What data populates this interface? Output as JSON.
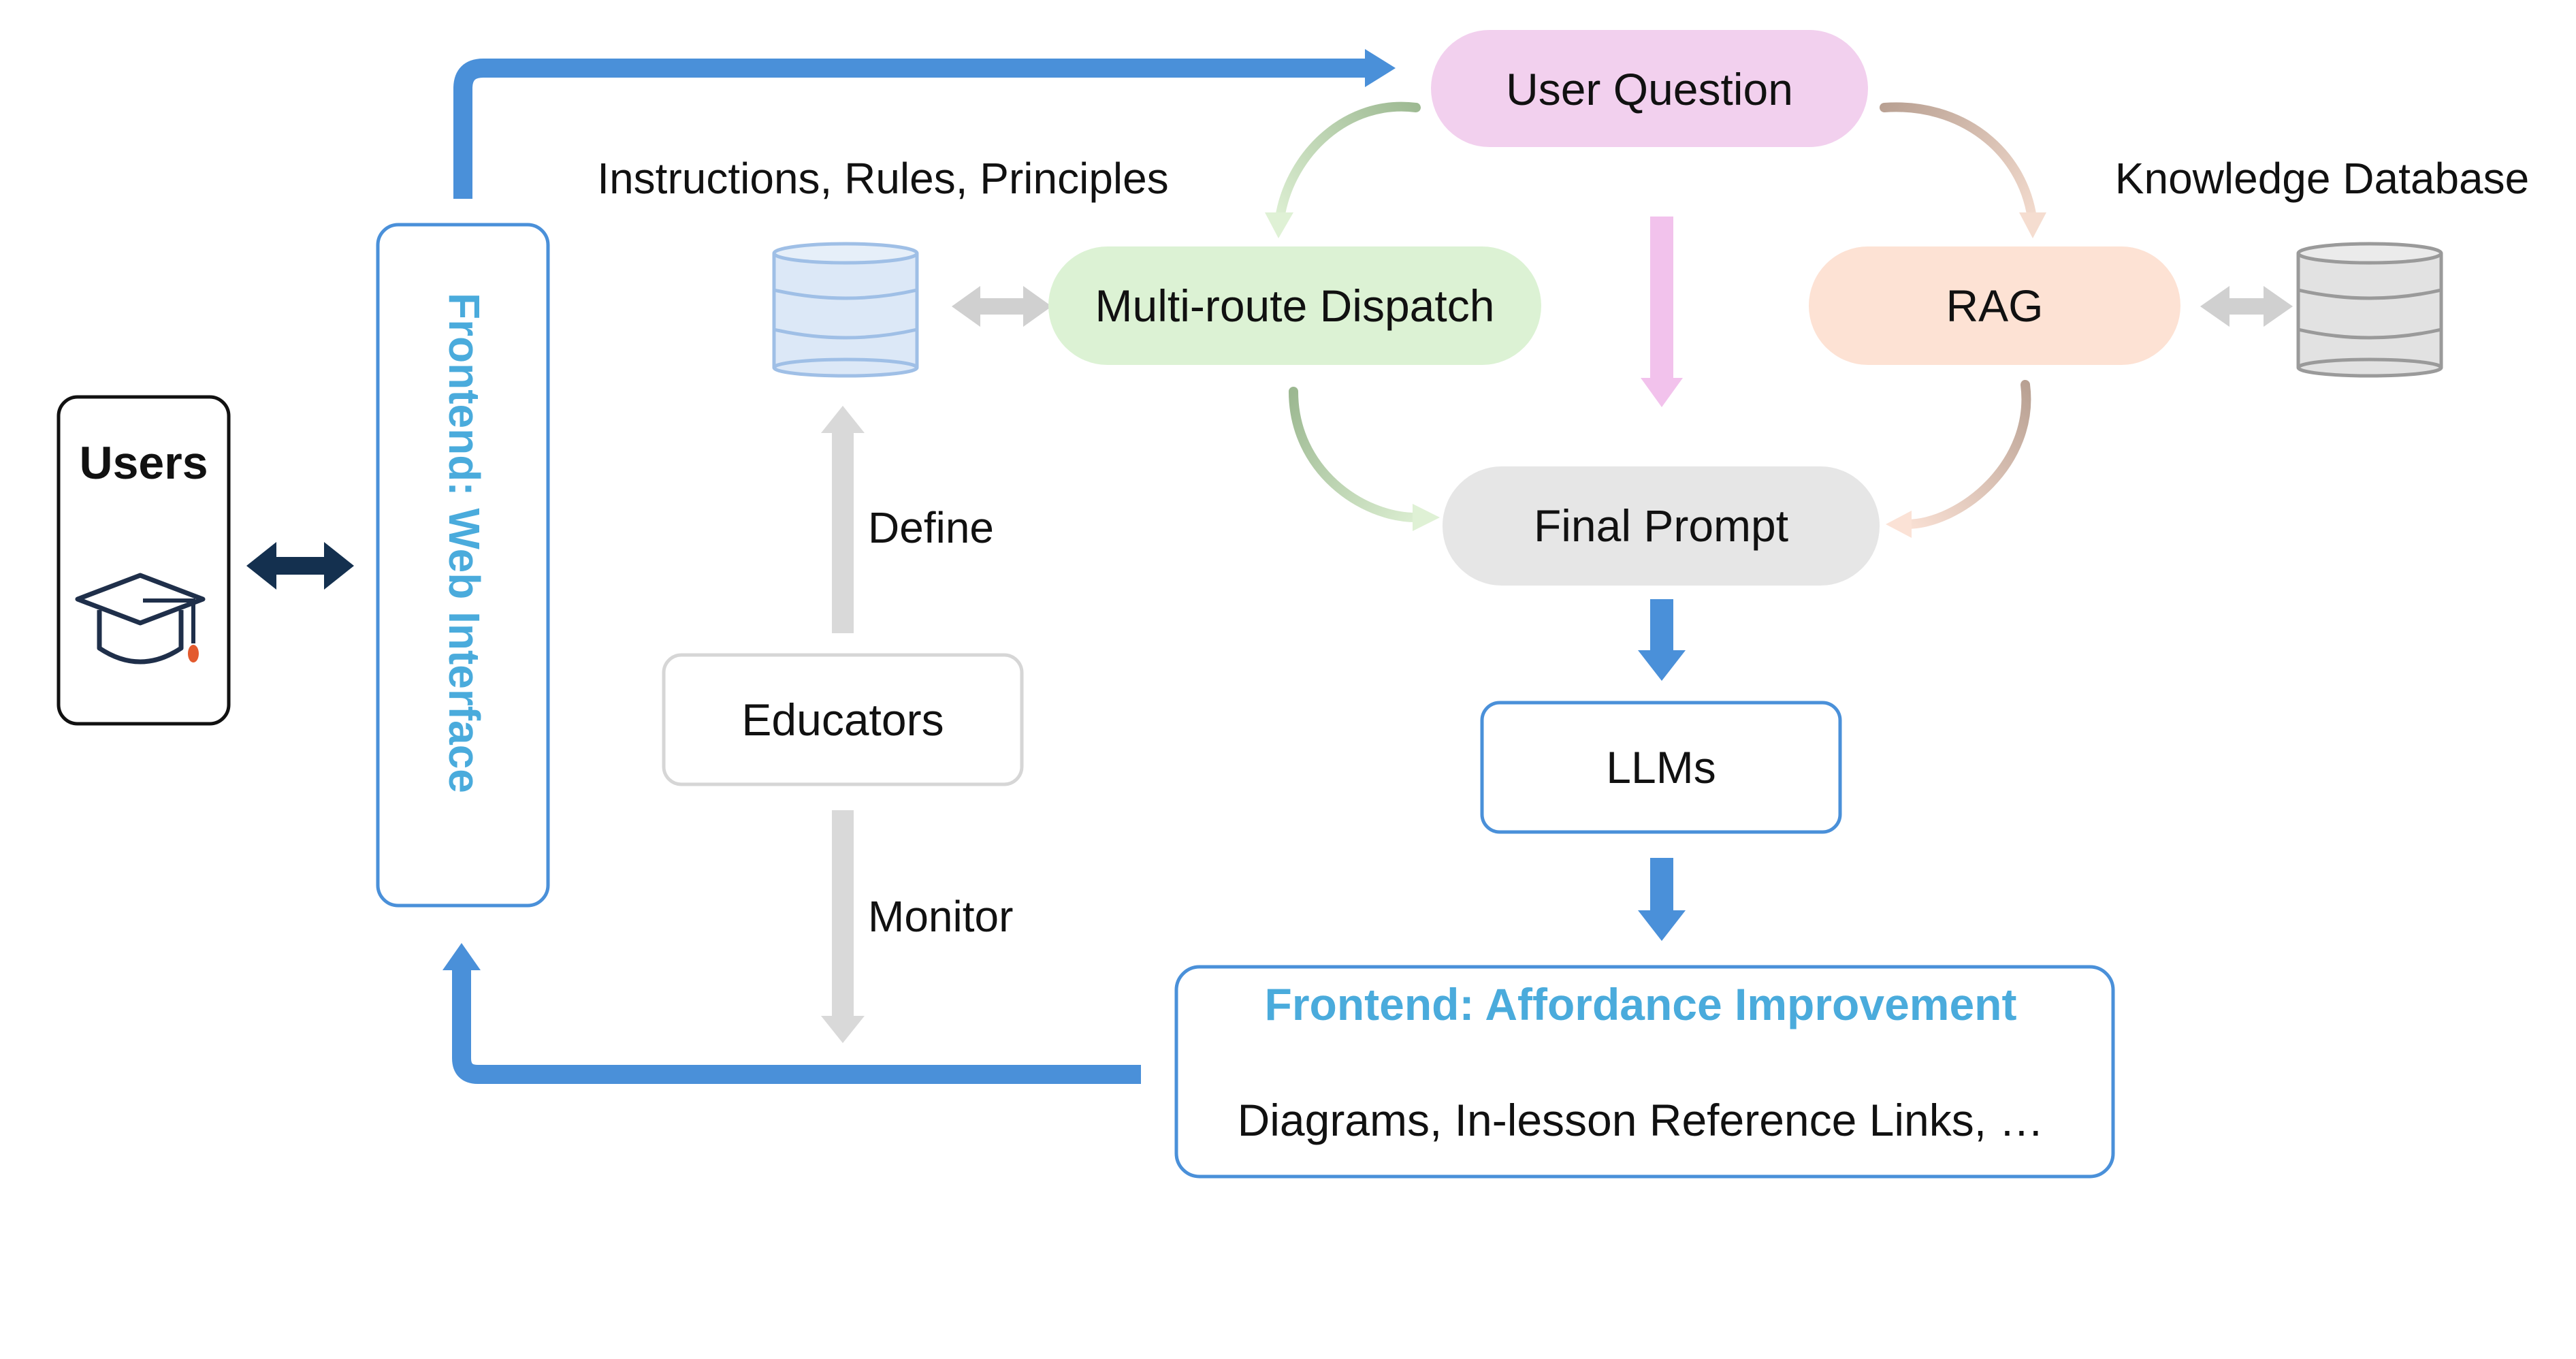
{
  "users": {
    "label": "Users",
    "icon": "graduation-cap-icon"
  },
  "web_interface": {
    "label": "Frontend: Web Interface"
  },
  "instructions_label": "Instructions, Rules, Principles",
  "knowledge_label": "Knowledge Database",
  "define_label": "Define",
  "monitor_label": "Monitor",
  "educators": {
    "label": "Educators"
  },
  "user_question": {
    "label": "User Question"
  },
  "multi_route": {
    "label": "Multi-route Dispatch"
  },
  "rag": {
    "label": "RAG"
  },
  "final_prompt": {
    "label": "Final Prompt"
  },
  "llms": {
    "label": "LLMs"
  },
  "affordance": {
    "title": "Frontend: Affordance Improvement",
    "body": "Diagrams, In-lesson Reference Links, …"
  },
  "colors": {
    "flow_blue": "#4a90d9",
    "frontend_text": "#4aabdc",
    "user_question_fill": "#f2d0ee",
    "multi_route_fill": "#dcf2d4",
    "rag_fill": "#fde2d4",
    "final_prompt_fill": "#e6e6e6",
    "users_arrow": "#14304f",
    "db_instructions_fill": "#dce8f7",
    "db_knowledge_fill": "#e2e2e2"
  }
}
